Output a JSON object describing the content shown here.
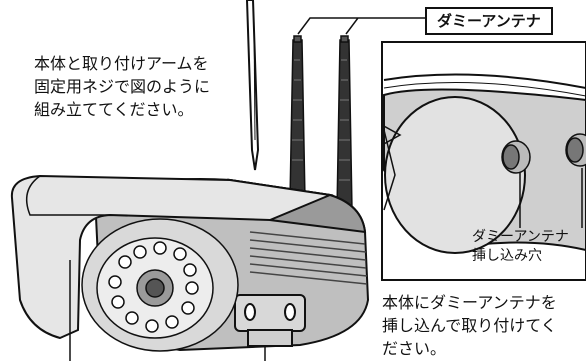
{
  "label": {
    "dummy_antenna": "ダミーアンテナ"
  },
  "instructions": {
    "assemble": [
      "本体と取り付けアームを",
      "固定用ネジで図のように",
      "組み立ててください。"
    ],
    "insert": [
      "本体にダミーアンテナを",
      "挿し込んで取り付けてく",
      "ださい。"
    ]
  },
  "callouts": {
    "insert_hole": [
      "ダミーアンテナ",
      "挿し込み穴"
    ]
  }
}
